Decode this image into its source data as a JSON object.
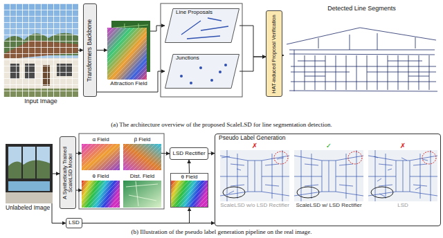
{
  "diagram": {
    "nodes": [
      {
        "text": [
          "Input Image"
        ]
      },
      {
        "text": [
          "Transformers Backbone"
        ]
      },
      {
        "text": [
          "Attraction Field"
        ]
      },
      {
        "text": [
          "Line Proposals"
        ]
      },
      {
        "text": [
          "Junctions"
        ]
      },
      {
        "text": [
          "HAT-induced Proposal Verification"
        ]
      },
      {
        "text": [
          "Detected Line Segments"
        ]
      },
      {
        "text": [
          "Unlabeled Image"
        ]
      },
      {
        "text": [
          "A Synthetically Trained ScaleLSD Model"
        ]
      },
      {
        "text": [
          "α Field"
        ]
      },
      {
        "text": [
          "β Field"
        ]
      },
      {
        "text": [
          "θ Field"
        ]
      },
      {
        "text": [
          "Dist. Field"
        ]
      },
      {
        "text": [
          "LSD Rectifier"
        ]
      },
      {
        "text": [
          "θ Field"
        ]
      },
      {
        "text": [
          "LSD"
        ]
      },
      {
        "text": [
          "Pseudo Label Generation"
        ]
      },
      {
        "text": [
          "ScaleLSD w/o LSD Rectifier"
        ],
        "in": 16
      },
      {
        "text": [
          "ScaleLSD w/ LSD Rectifier"
        ],
        "in": 16
      },
      {
        "text": [
          "LSD"
        ],
        "in": 16
      }
    ],
    "edges": [
      {
        "from": 0,
        "to": 1,
        "arrow": "to"
      },
      {
        "from": 1,
        "to": 2,
        "arrow": "to"
      },
      {
        "from": 2,
        "to": 3,
        "arrow": "to"
      },
      {
        "from": 1,
        "to": 4,
        "arrow": "to"
      },
      {
        "from": 3,
        "to": 5,
        "arrow": "to"
      },
      {
        "from": 4,
        "to": 5,
        "arrow": "to"
      },
      {
        "from": 5,
        "to": 6,
        "arrow": "to"
      },
      {
        "from": 7,
        "to": 8,
        "arrow": "to"
      },
      {
        "from": 8,
        "to": 9,
        "arrow": "to"
      },
      {
        "from": 8,
        "to": 11,
        "arrow": "to"
      },
      {
        "from": 10,
        "to": 13,
        "arrow": "to"
      },
      {
        "from": 14,
        "to": 13,
        "arrow": "to"
      },
      {
        "from": 7,
        "to": 15,
        "arrow": "to"
      },
      {
        "from": 15,
        "to": 14,
        "arrow": "to"
      },
      {
        "from": 15,
        "to": 16,
        "arrow": "to"
      },
      {
        "from": 13,
        "to": 16,
        "arrow": "to"
      }
    ],
    "labels": [
      "(a) The architecture overview of the proposed ScaleLSD for line segmentation detection.",
      "(b) Illustration of the pseudo label generation pipeline on the real image.",
      "✗",
      "✓",
      "✗"
    ]
  }
}
